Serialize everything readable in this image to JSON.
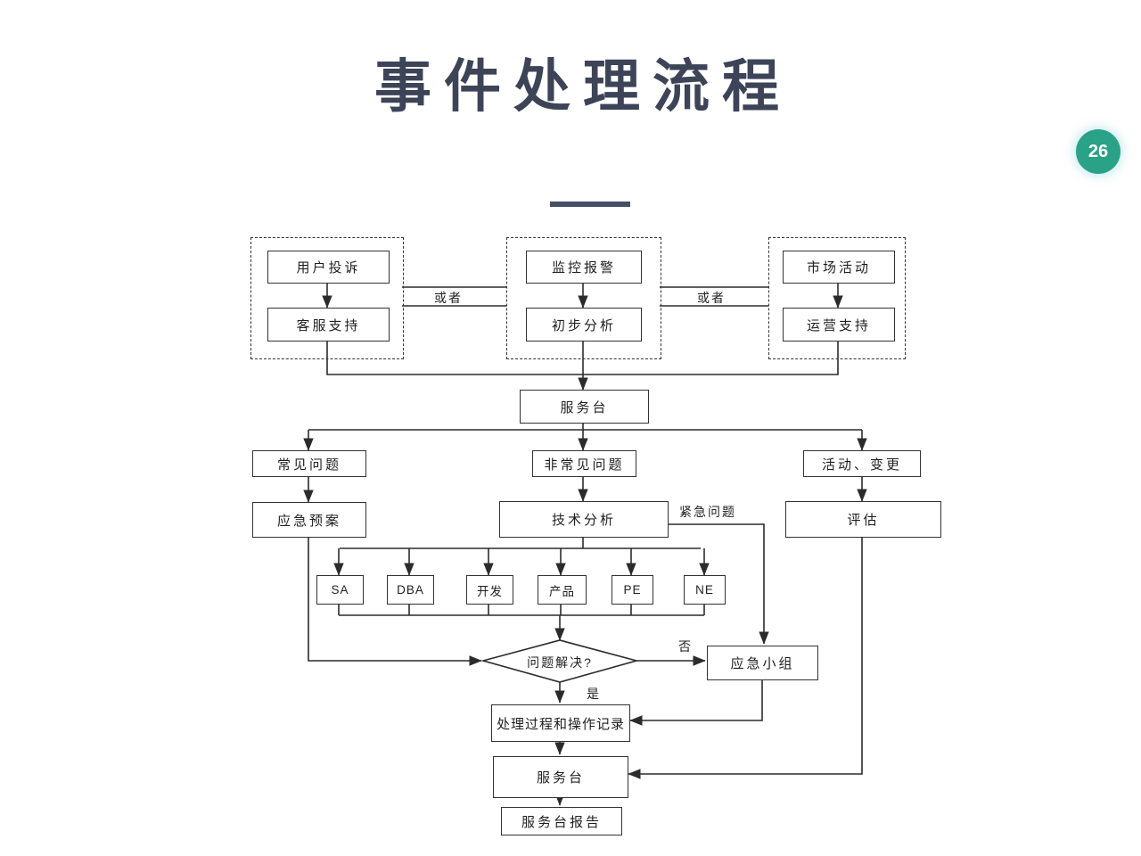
{
  "page": {
    "title": "事件处理流程",
    "badge": "26"
  },
  "colors": {
    "accent": "#3d4458",
    "badge_green": "#29a287",
    "line": "#2b2b2b"
  },
  "flow": {
    "sources": {
      "user": {
        "top": "用户投诉",
        "bottom": "客服支持"
      },
      "monitor": {
        "top": "监控报警",
        "bottom": "初步分析"
      },
      "market": {
        "top": "市场活动",
        "bottom": "运营支持"
      },
      "or_left": "或者",
      "or_right": "或者"
    },
    "service_desk": "服务台",
    "branch_common": "常见问题",
    "branch_uncommon": "非常见问题",
    "branch_activity": "活动、变更",
    "plan": "应急预案",
    "analysis": "技术分析",
    "evaluate": "评估",
    "urgent": "紧急问题",
    "teams": [
      "SA",
      "DBA",
      "开发",
      "产品",
      "PE",
      "NE"
    ],
    "decision": "问题解决?",
    "no": "否",
    "yes": "是",
    "emergency_team": "应急小组",
    "record": "处理过程和操作记录",
    "service_desk_2": "服务台",
    "report": "服务台报告"
  }
}
